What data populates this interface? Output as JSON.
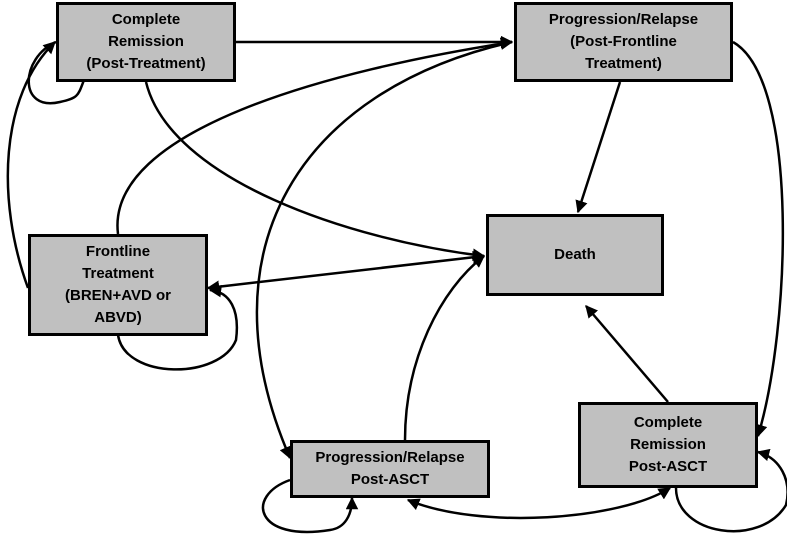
{
  "nodes": {
    "complete_remission_post_treatment": {
      "lines": [
        "Complete",
        "Remission",
        "(Post-Treatment)"
      ]
    },
    "progression_relapse_post_frontline": {
      "lines": [
        "Progression/Relapse",
        "(Post-Frontline",
        "Treatment)"
      ]
    },
    "frontline_treatment": {
      "lines": [
        "Frontline",
        "Treatment",
        "(BREN+AVD or",
        "ABVD)"
      ]
    },
    "death": {
      "lines": [
        "Death"
      ]
    },
    "progression_relapse_post_asct": {
      "lines": [
        "Progression/Relapse",
        "Post-ASCT"
      ]
    },
    "complete_remission_post_asct": {
      "lines": [
        "Complete",
        "Remission",
        "Post-ASCT"
      ]
    }
  },
  "colors": {
    "box_fill": "#c0c0c0",
    "stroke": "#000000"
  }
}
